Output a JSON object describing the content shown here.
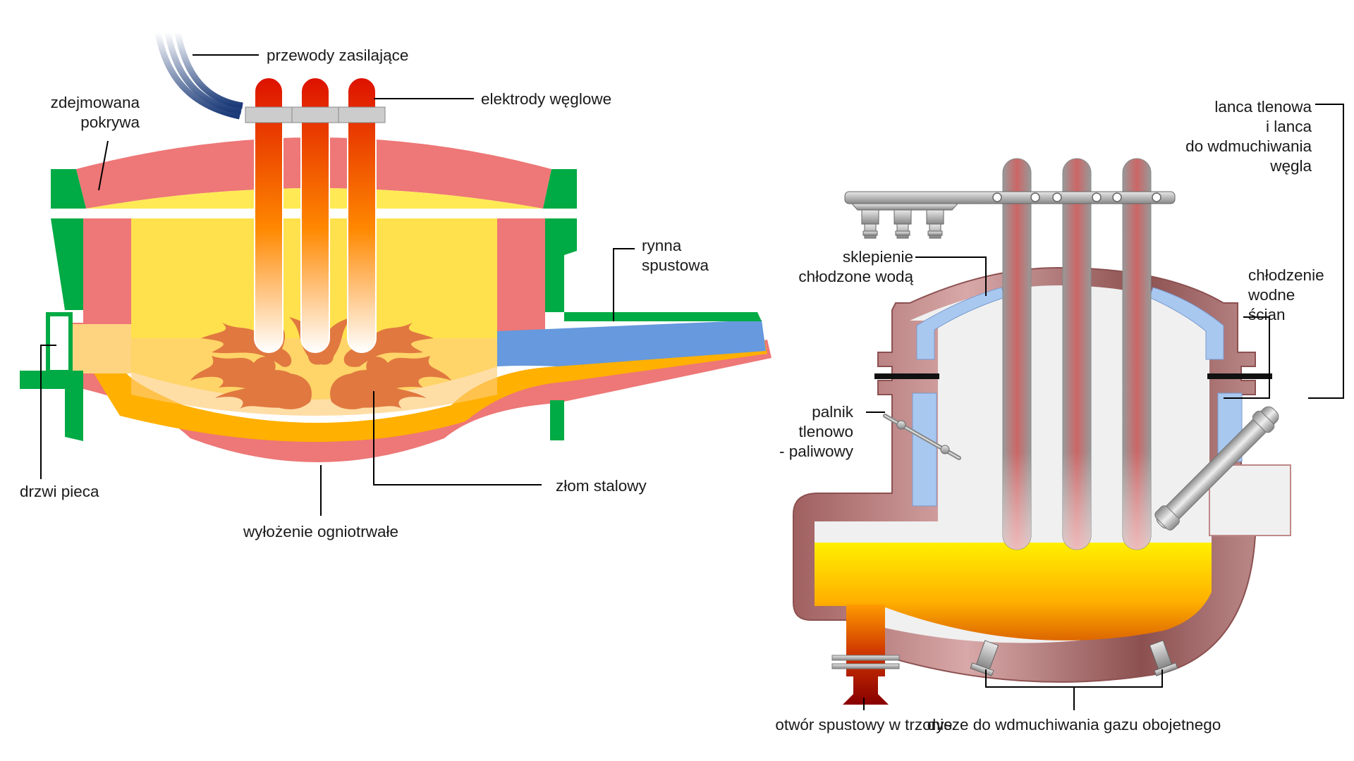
{
  "left_diagram": {
    "labels": {
      "power_cables": "przewody  zasilające",
      "carbon_electrodes": "elektrody węglowe",
      "removable_cover_1": "zdejmowana",
      "removable_cover_2": "pokrywa",
      "tap_spout_1": "rynna",
      "tap_spout_2": "spustowa",
      "furnace_door": "drzwi pieca",
      "steel_scrap": "złom stalowy",
      "refractory_lining": "wyłożenie ogniotrwałe"
    }
  },
  "right_diagram": {
    "labels": {
      "oxygen_lance_1": "lanca tlenowa",
      "oxygen_lance_2": "i lanca",
      "oxygen_lance_3": "do wdmuchiwania",
      "oxygen_lance_4": "węgla",
      "water_cooled_roof_1": "sklepienie",
      "water_cooled_roof_2": "chłodzone wodą",
      "wall_water_cooling_1": "chłodzenie",
      "wall_water_cooling_2": "wodne",
      "wall_water_cooling_3": "ścian",
      "oxy_fuel_burner_1": "palnik",
      "oxy_fuel_burner_2": "tlenowo",
      "oxy_fuel_burner_3": "- paliwowy",
      "bottom_tap_hole": "otwór spustowy w trzonie",
      "inert_gas_nozzles": "dysze do wdmuchiwania gazu obojetnego"
    }
  },
  "colors": {
    "refractory": "#ee7777",
    "shell": "#00aa44",
    "yellow": "#ffea55",
    "scrap": "#e07840",
    "spout_blue": "#6699dd",
    "orange_layer": "#ffb000",
    "cooling_blue": "#a8c8f0",
    "right_shell": "#b07878",
    "electrode_steel": "#c8c8c8"
  }
}
